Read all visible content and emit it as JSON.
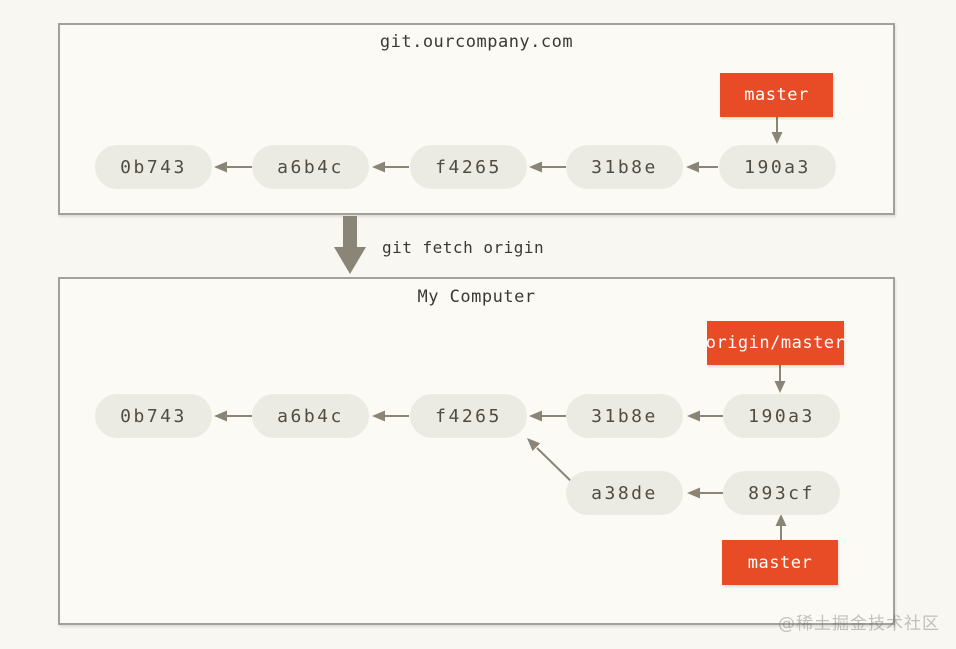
{
  "colors": {
    "page_background": "#f8f7f1",
    "box_background": "#fbfaf5",
    "box_border": "#a2a19b",
    "commit_node_background": "#ecebe3",
    "commit_node_text": "#514c41",
    "branch_label_background": "#e74c26",
    "branch_label_text": "#ffffff",
    "arrow": "#8a8577"
  },
  "remote_repo": {
    "title": "git.ourcompany.com",
    "branch_label": "master",
    "commits": [
      "0b743",
      "a6b4c",
      "f4265",
      "31b8e",
      "190a3"
    ]
  },
  "fetch_action": {
    "command": "git fetch origin"
  },
  "local_repo": {
    "title": "My Computer",
    "remote_tracking_label": "origin/master",
    "branch_label": "master",
    "main_commits": [
      "0b743",
      "a6b4c",
      "f4265",
      "31b8e",
      "190a3"
    ],
    "local_commits": [
      "a38de",
      "893cf"
    ]
  },
  "watermark": "@稀土掘金技术社区"
}
